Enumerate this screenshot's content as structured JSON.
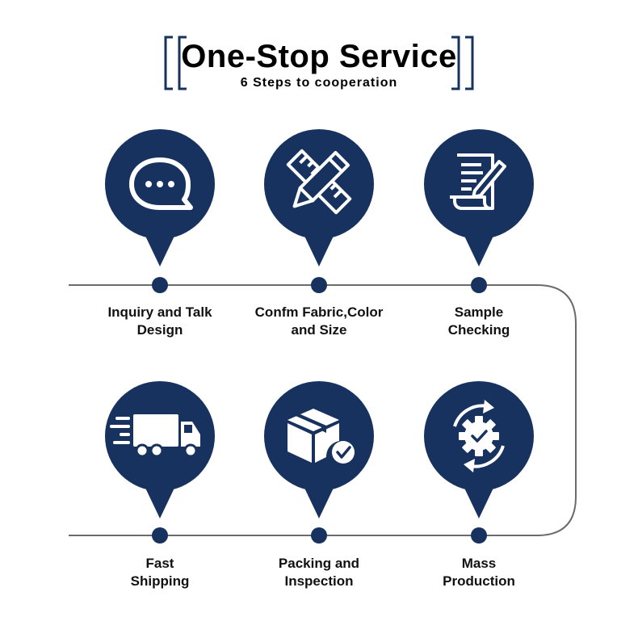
{
  "header": {
    "title": "One-Stop Service",
    "subtitle": "6 Steps to cooperation"
  },
  "colors": {
    "primary": "#17325f",
    "line": "#6b6b6b",
    "text": "#111111"
  },
  "steps": [
    {
      "label": "Inquiry and Talk\nDesign",
      "icon": "chat-bubble-icon"
    },
    {
      "label": "Confm Fabric,Color\nand Size",
      "icon": "pencil-ruler-icon"
    },
    {
      "label": "Sample\nChecking",
      "icon": "document-pen-icon"
    },
    {
      "label": "Mass\nProduction",
      "icon": "gear-cycle-icon"
    },
    {
      "label": "Packing and\nInspection",
      "icon": "box-check-icon"
    },
    {
      "label": "Fast\nShipping",
      "icon": "fast-truck-icon"
    }
  ]
}
